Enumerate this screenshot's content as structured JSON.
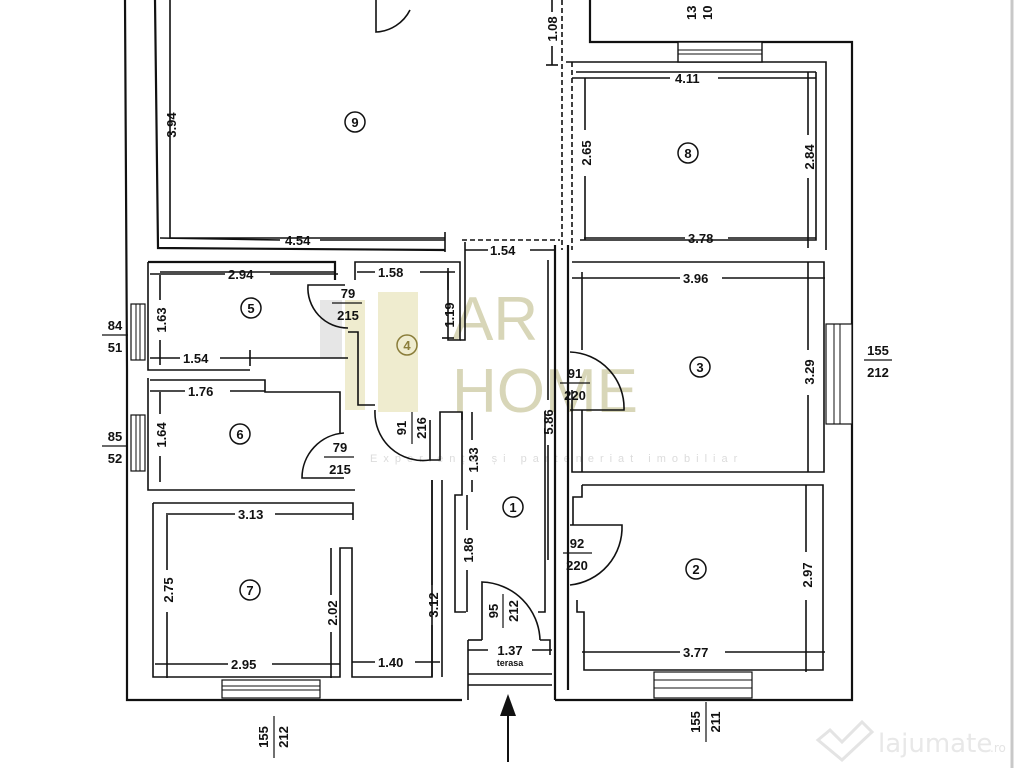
{
  "plan": {
    "rooms": [
      {
        "id": "1",
        "label": "1"
      },
      {
        "id": "2",
        "label": "2"
      },
      {
        "id": "3",
        "label": "3"
      },
      {
        "id": "4",
        "label": "4"
      },
      {
        "id": "5",
        "label": "5"
      },
      {
        "id": "6",
        "label": "6"
      },
      {
        "id": "7",
        "label": "7"
      },
      {
        "id": "8",
        "label": "8"
      },
      {
        "id": "9",
        "label": "9"
      }
    ],
    "dimensions": {
      "r9_left": "3.94",
      "r9_bottom": "4.54",
      "corridor_top": "1.54",
      "top_right_vertical": "1.08",
      "r8_top": "4.11",
      "r8_left": "2.65",
      "r8_right": "2.84",
      "r8_bottom": "3.78",
      "r5_top": "2.94",
      "r5_left": "1.63",
      "r5_bottom": "1.54",
      "r4_top": "1.58",
      "r4_right": "1.19",
      "r6_top": "1.76",
      "r6_left": "1.64",
      "r3_top": "3.96",
      "r3_right": "3.29",
      "hall_vertical": "5.86",
      "r1_upper": "1.33",
      "r1_left": "1.86",
      "r7_top": "3.13",
      "r7_left": "2.75",
      "r7_right": "2.02",
      "r7_bottom": "2.95",
      "hall_left": "3.12",
      "hall_bottom": "1.40",
      "terrace_width": "1.37",
      "r2_right": "2.97",
      "r2_bottom": "3.77"
    },
    "doors": {
      "d5": {
        "w": "79",
        "h": "215"
      },
      "d4": {
        "w": "91",
        "h": "216"
      },
      "d6": {
        "w": "79",
        "h": "215"
      },
      "d3": {
        "w": "91",
        "h": "220"
      },
      "d2": {
        "w": "92",
        "h": "220"
      },
      "d_entry": {
        "w": "95",
        "h": "212"
      }
    },
    "windows": {
      "w5": {
        "w": "84",
        "h": "51"
      },
      "w6": {
        "w": "85",
        "h": "52"
      },
      "w3": {
        "w": "155",
        "h": "212"
      },
      "w7": {
        "w": "155",
        "h": "212"
      },
      "w2": {
        "w": "155",
        "h": "211"
      },
      "w_top": {
        "w": "13",
        "h": "10"
      }
    },
    "terrace_label": "terasa",
    "entry_arrow": "arrow-up-icon"
  },
  "watermarks": {
    "brand_line1": "AR",
    "brand_line2": "HOME",
    "brand_tagline": "Experiență și parteneriat imobiliar",
    "site": "lajumate",
    "site_tld": ".ro"
  }
}
